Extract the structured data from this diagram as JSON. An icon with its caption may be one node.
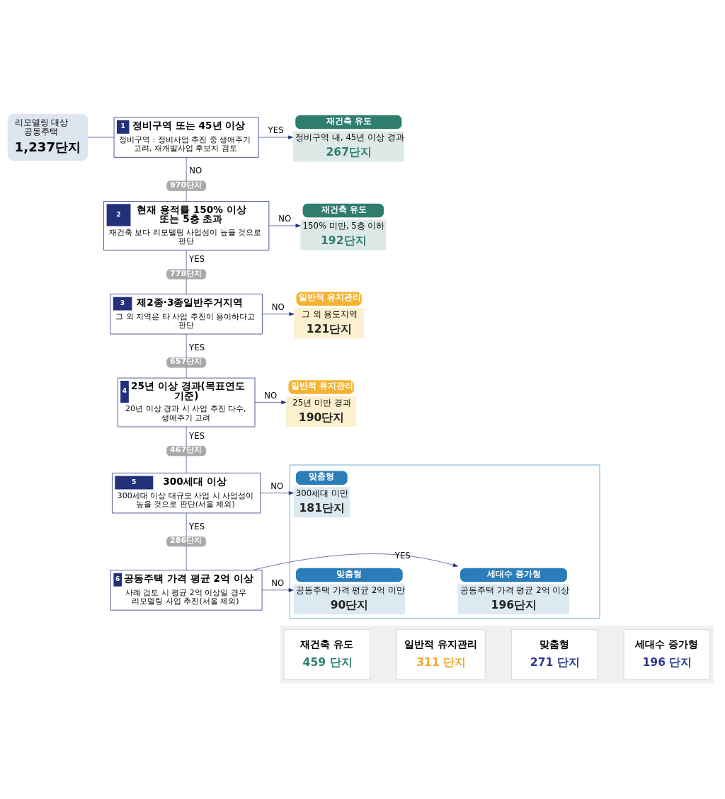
{
  "diagram": {
    "nodes": [
      {
        "text": [
          "리모델링 대상 공동주택",
          "1,237단지"
        ]
      },
      {
        "text": [
          "1",
          "정비구역 또는 45년 이상",
          "정비구역 : 정비사업 추진 중 생애주기 고려, 재개발사업 후보지 검토"
        ]
      },
      {
        "text": [
          "재건축 유도",
          "정비구역 내, 45년 이상 경과",
          "267단지"
        ]
      },
      {
        "text": [
          "970단지"
        ]
      },
      {
        "text": [
          "2",
          "현재 용적률 150% 이상 또는 5층 초과",
          "재건축 보다 리모델링 사업성이 높을 것으로 판단"
        ]
      },
      {
        "text": [
          "재건축 유도",
          "150% 미만, 5층 이하",
          "192단지"
        ]
      },
      {
        "text": [
          "778단지"
        ]
      },
      {
        "text": [
          "3",
          "제2종·3종일반주거지역",
          "그 외 지역은 타 사업 추진이 용이하다고 판단"
        ]
      },
      {
        "text": [
          "일반적 유지관리",
          "그 외 용도지역",
          "121단지"
        ]
      },
      {
        "text": [
          "657단지"
        ]
      },
      {
        "text": [
          "4",
          "25년 이상 경과(목표연도 기준)",
          "20년 이상 경과 시 사업 추진 다수, 생애주기 고려"
        ]
      },
      {
        "text": [
          "일반적 유지관리",
          "25년 미만 경과",
          "190단지"
        ]
      },
      {
        "text": [
          "467단지"
        ]
      },
      {
        "text": [
          "5",
          "300세대 이상",
          "300세대 이상 대규모 사업 시 사업성이 높을 것으로 판단(서울 제외)"
        ]
      },
      {
        "text": [],
        "shape": "box"
      },
      {
        "text": [
          "맞춤형",
          "300세대 미만",
          "181단지"
        ],
        "in": 14
      },
      {
        "text": [
          "286단지"
        ]
      },
      {
        "text": [
          "6",
          "공동주택 가격 평균 2억 이상",
          "사례 검토 시 평균 2억 이상일 경우 리모델링 사업 추진(서울 제외)"
        ]
      },
      {
        "text": [
          "맞춤형",
          "공동주택 가격 평균 2억 미만",
          "90단지"
        ],
        "in": 14
      },
      {
        "text": [
          "세대수 증가형",
          "공동주택 가격 평균 2억 이상",
          "196단지"
        ],
        "in": 14
      },
      {
        "text": [],
        "shape": "box"
      },
      {
        "text": [
          "재건축 유도",
          "459 단지"
        ],
        "in": 20
      },
      {
        "text": [
          "일반적 유지관리",
          "311 단지"
        ],
        "in": 20
      },
      {
        "text": [
          "맞춤형",
          "271 단지"
        ],
        "in": 20
      },
      {
        "text": [
          "세대수 증가형",
          "196 단지"
        ],
        "in": 20
      }
    ],
    "edges": [
      {
        "from": 0,
        "to": 1,
        "arrow": "none"
      },
      {
        "from": 1,
        "to": 2,
        "arrow": "to",
        "label": "YES"
      },
      {
        "from": 1,
        "to": 3,
        "arrow": "none",
        "label": "NO"
      },
      {
        "from": 3,
        "to": 4,
        "arrow": "none"
      },
      {
        "from": 4,
        "to": 5,
        "arrow": "to",
        "label": "NO"
      },
      {
        "from": 4,
        "to": 6,
        "arrow": "none",
        "label": "YES"
      },
      {
        "from": 6,
        "to": 7,
        "arrow": "none"
      },
      {
        "from": 7,
        "to": 8,
        "arrow": "to",
        "label": "NO"
      },
      {
        "from": 7,
        "to": 9,
        "arrow": "none",
        "label": "YES"
      },
      {
        "from": 9,
        "to": 10,
        "arrow": "none"
      },
      {
        "from": 10,
        "to": 11,
        "arrow": "to",
        "label": "NO"
      },
      {
        "from": 10,
        "to": 12,
        "arrow": "none",
        "label": "YES"
      },
      {
        "from": 12,
        "to": 13,
        "arrow": "none"
      },
      {
        "from": 13,
        "to": 15,
        "arrow": "to",
        "label": "NO"
      },
      {
        "from": 13,
        "to": 16,
        "arrow": "none",
        "label": "YES"
      },
      {
        "from": 16,
        "to": 17,
        "arrow": "none"
      },
      {
        "from": 17,
        "to": 18,
        "arrow": "to",
        "label": "NO"
      },
      {
        "from": 17,
        "to": 19,
        "arrow": "to",
        "label": "YES"
      }
    ]
  }
}
